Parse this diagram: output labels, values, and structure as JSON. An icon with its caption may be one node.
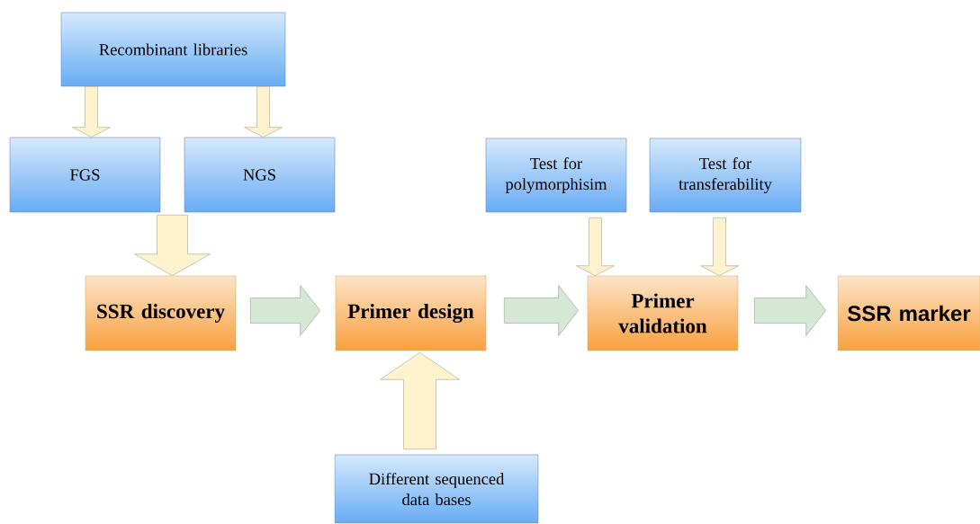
{
  "diagram": {
    "nodes": [
      {
        "text": [
          "Recombinant libraries"
        ]
      },
      {
        "text": [
          "FGS"
        ]
      },
      {
        "text": [
          "NGS"
        ]
      },
      {
        "text": [
          "Test for polymorphisim"
        ]
      },
      {
        "text": [
          "Test for transferability"
        ]
      },
      {
        "text": [
          "SSR discovery"
        ]
      },
      {
        "text": [
          "Primer design"
        ]
      },
      {
        "text": [
          "Primer validation"
        ]
      },
      {
        "text": [
          "SSR marker"
        ]
      },
      {
        "text": [
          "Different sequenced data bases"
        ]
      }
    ],
    "edges": [
      {
        "from": 0,
        "to": 1,
        "arrow": "to"
      },
      {
        "from": 0,
        "to": 2,
        "arrow": "to"
      },
      {
        "from": 1,
        "to": 5,
        "arrow": "to"
      },
      {
        "from": 2,
        "to": 5,
        "arrow": "to"
      },
      {
        "from": 5,
        "to": 6,
        "arrow": "to",
        "color": "#d5e8d4"
      },
      {
        "from": 6,
        "to": 7,
        "arrow": "to",
        "color": "#d5e8d4"
      },
      {
        "from": 7,
        "to": 8,
        "arrow": "to",
        "color": "#d5e8d4"
      },
      {
        "from": 3,
        "to": 7,
        "arrow": "to"
      },
      {
        "from": 4,
        "to": 7,
        "arrow": "to"
      },
      {
        "from": 9,
        "to": 6,
        "arrow": "to"
      }
    ]
  }
}
